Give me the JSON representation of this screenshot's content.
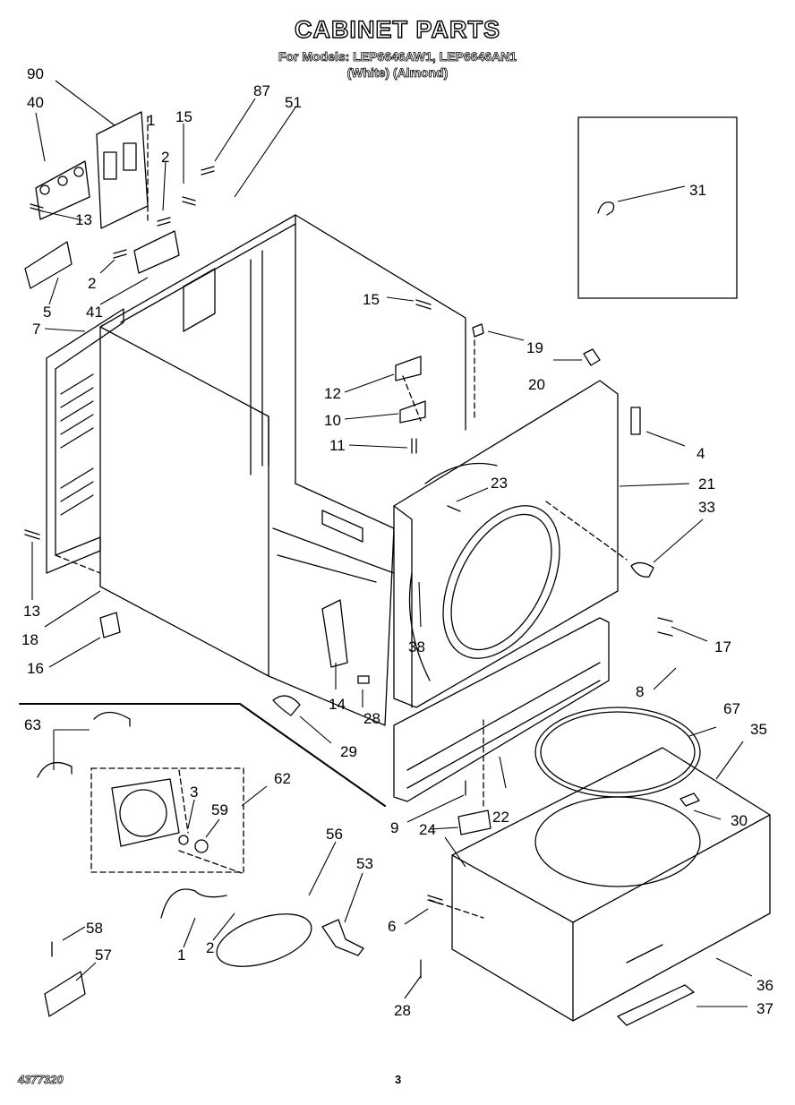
{
  "header": {
    "title": "CABINET PARTS",
    "models_line": "For Models: LEP6646AW1, LEP6646AN1",
    "colors_line": "(White)    (Almond)"
  },
  "footer": {
    "document_id": "4377320",
    "page_number": "3"
  },
  "callouts": {
    "c90": "90",
    "c40": "40",
    "c1a": "1",
    "c15a": "15",
    "c87": "87",
    "c51": "51",
    "c2a": "2",
    "c13a": "13",
    "c2b": "2",
    "c5": "5",
    "c41": "41",
    "c7": "7",
    "c15b": "15",
    "c19": "19",
    "c31": "31",
    "c12": "12",
    "c20": "20",
    "c10": "10",
    "c4": "4",
    "c11": "11",
    "c21": "21",
    "c23": "23",
    "c33": "33",
    "c13b": "13",
    "c18": "18",
    "c16": "16",
    "c38": "38",
    "c17": "17",
    "c14": "14",
    "c28a": "28",
    "c8": "8",
    "c63": "63",
    "c29": "29",
    "c67": "67",
    "c35": "35",
    "c62": "62",
    "c3": "3",
    "c59": "59",
    "c9": "9",
    "c22": "22",
    "c30": "30",
    "c24": "24",
    "c56": "56",
    "c53": "53",
    "c58": "58",
    "c57": "57",
    "c6": "6",
    "c1b": "1",
    "c2c": "2",
    "c36": "36",
    "c28b": "28",
    "c37": "37"
  }
}
